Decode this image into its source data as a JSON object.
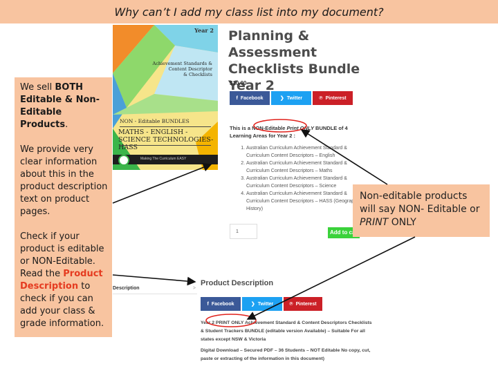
{
  "banner": {
    "question": "Why can’t I add my class list into my document?"
  },
  "product_image": {
    "year": "Year 2",
    "heading": [
      "Achievement Standards &",
      "Content Descriptor",
      "& Checklists"
    ],
    "bundle_type": "NON - Editable BUNDLES",
    "subjects": "MATHS - ENGLISH - SCIENCE TECHNOLOGIES- HASS",
    "footer": "Making The Curriculum EASY"
  },
  "product": {
    "title": "Planning & Assessment Checklists Bundle Year 2",
    "price": "$10.00",
    "share": {
      "facebook": "Facebook",
      "twitter": "Twitter",
      "pinterest": "Pinterest"
    },
    "intro_pre": "This is a NON-Editable ",
    "intro_italic": "Print ONLY",
    "intro_post": " BUNDLE of 4 Learning Areas for Year 2 :",
    "items": [
      "Australian Curriculum Achievement Standard & Curriculum Content Descriptors – English",
      "Australian Curriculum Achievement Standard & Curriculum Content Descriptors – Maths",
      "Australian Curriculum Achievement Standard & Curriculum Content Descriptors – Science",
      "Australian Curriculum Achievement Standard & Curriculum Content Descriptors – HASS (Geography & History)"
    ],
    "qty": "1",
    "add_to_cart": "Add to cart"
  },
  "callout_right": {
    "line1": "Non-editable products will say NON- Editable",
    "or": " or ",
    "print": "PRINT",
    "only": " ONLY"
  },
  "callout_left": {
    "p1_pre": "We sell ",
    "p1_bold": "BOTH Editable & Non-Editable Products",
    "p1_post": ".",
    "p2": "We provide very clear information about this in the product description text on product pages.",
    "p3_pre": "Check if your product is editable or NON-Editable. Read the ",
    "p3_red": "Product Description",
    "p3_post": " to check if you can add your class & grade information."
  },
  "tabs": {
    "description": "Description",
    "chevron": ">"
  },
  "product_description": {
    "title": "Product Description",
    "share": {
      "facebook": "Facebook",
      "twitter": "Twitter",
      "pinterest": "Pinterest"
    },
    "text1": "Year 2 PRINT ONLY Achievement Standard & Content Descriptors Checklists & Student Trackers BUNDLE  (editable version Available) – Suitable For all states except NSW & Victoria",
    "text2": "Digital Download –  Secured PDF – 36 Students –  NOT Editable No copy, cut, paste or extracting of the information in this document)"
  },
  "colors": {
    "callout": "#f8c4a0",
    "facebook": "#3b5998",
    "twitter": "#1da1f2",
    "pinterest": "#cb2027",
    "highlight": "#e0201a",
    "cart": "#3bd23b"
  },
  "icons": [
    "facebook-icon",
    "twitter-icon",
    "pinterest-icon"
  ]
}
